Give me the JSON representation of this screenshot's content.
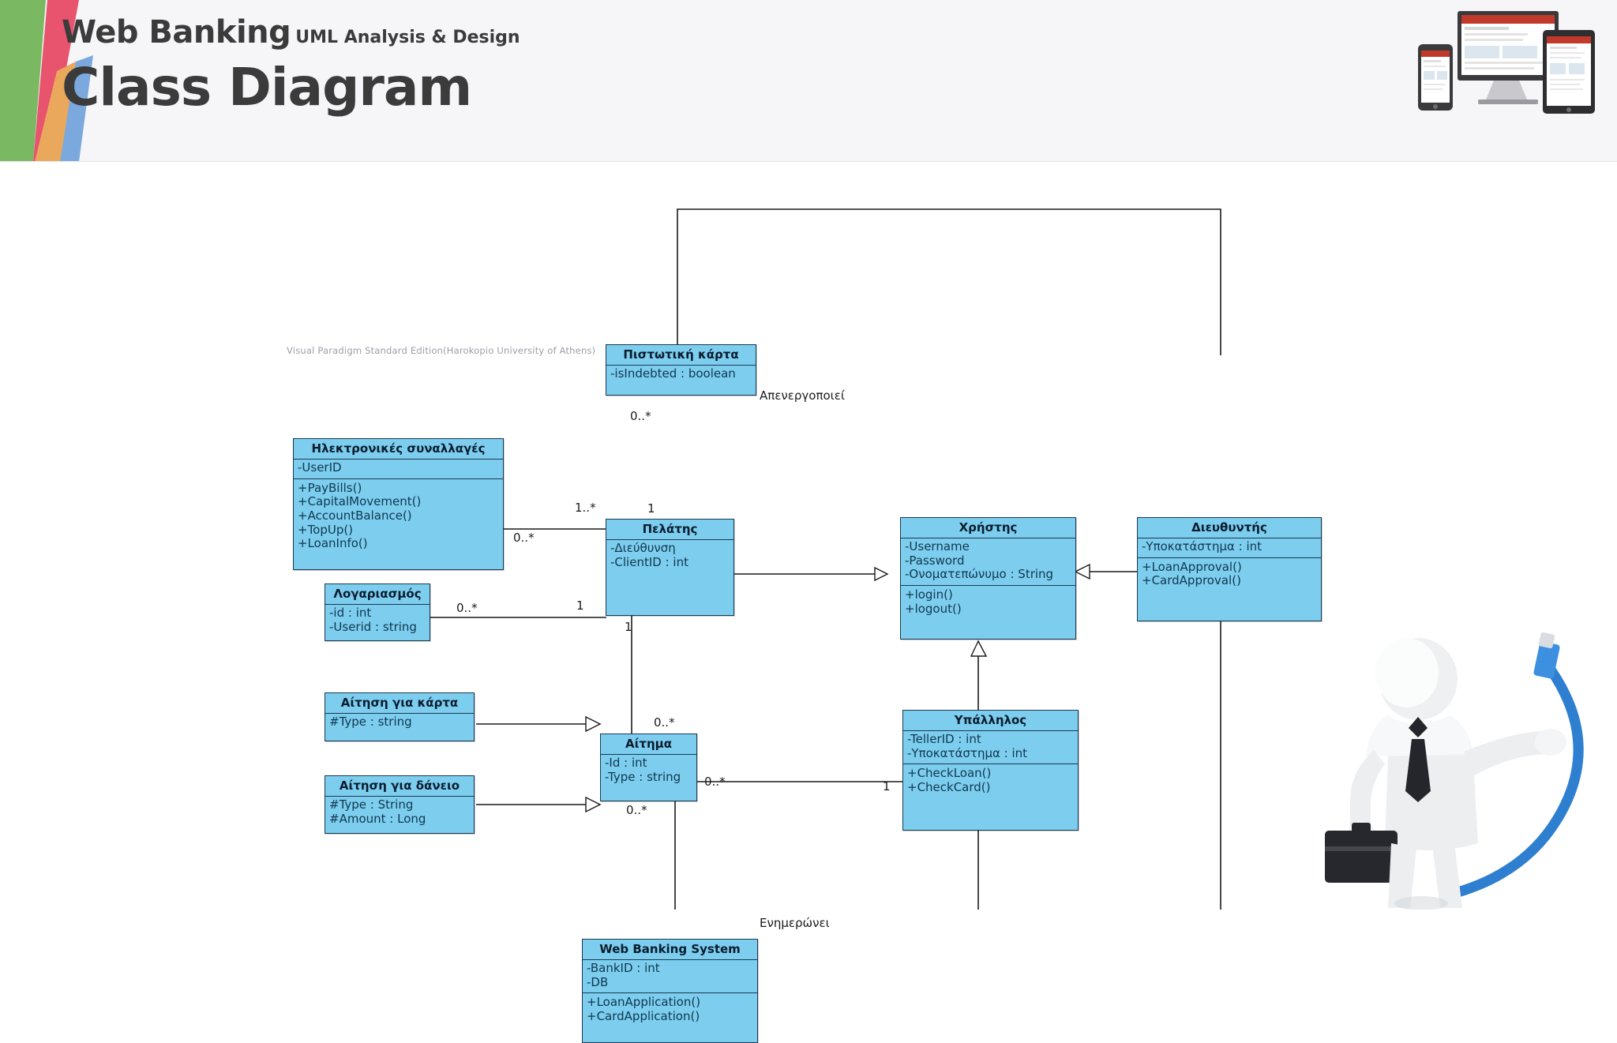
{
  "header": {
    "brand": "Web Banking",
    "subtitle": "UML Analysis & Design",
    "title": "Class Diagram",
    "ribbon_colors": [
      "#7ab862",
      "#e8536e",
      "#eaa85c",
      "#7ba9de"
    ],
    "devices_icon": "devices-illustration"
  },
  "diagram": {
    "watermark": "Visual Paradigm Standard Edition(Harokopio University of Athens)",
    "box_fill": "#7ccdee",
    "box_border": "#1a3a52",
    "classes": [
      {
        "id": "credit-card",
        "name": "Πιστωτική κάρτα",
        "attributes": [
          "-isIndebted : boolean"
        ],
        "operations": []
      },
      {
        "id": "electronic-transactions",
        "name": "Ηλεκτρονικές συναλλαγές",
        "attributes": [
          "-UserID"
        ],
        "operations": [
          "+PayBills()",
          "+CapitalMovement()",
          "+AccountBalance()",
          "+TopUp()",
          "+LoanInfo()"
        ]
      },
      {
        "id": "account",
        "name": "Λογαριασμός",
        "attributes": [
          "-id : int",
          "-Userid : string"
        ],
        "operations": []
      },
      {
        "id": "customer",
        "name": "Πελάτης",
        "attributes": [
          "-Διεύθυνση",
          "-ClientID : int"
        ],
        "operations": []
      },
      {
        "id": "user",
        "name": "Χρήστης",
        "attributes": [
          "-Username",
          "-Password",
          "-Ονοματεπώνυμο : String"
        ],
        "operations": [
          "+login()",
          "+logout()"
        ]
      },
      {
        "id": "manager",
        "name": "Διευθυντής",
        "attributes": [
          "-Υποκατάστημα : int"
        ],
        "operations": [
          "+LoanApproval()",
          "+CardApproval()"
        ]
      },
      {
        "id": "card-application",
        "name": "Αίτηση για κάρτα",
        "attributes": [
          "#Type : string"
        ],
        "operations": []
      },
      {
        "id": "loan-application",
        "name": "Αίτηση για δάνειο",
        "attributes": [
          "#Type : String",
          "#Amount : Long"
        ],
        "operations": []
      },
      {
        "id": "request",
        "name": "Αίτημα",
        "attributes": [
          "-Id : int",
          "-Type : string"
        ],
        "operations": []
      },
      {
        "id": "teller",
        "name": "Υπάλληλος",
        "attributes": [
          "-TellerID : int",
          "-Υποκατάστημα : int"
        ],
        "operations": [
          "+CheckLoan()",
          "+CheckCard()"
        ]
      },
      {
        "id": "web-banking-system",
        "name": "Web Banking System",
        "attributes": [
          "-BankID : int",
          "-DB"
        ],
        "operations": [
          "+LoanApplication()",
          "+CardApplication()"
        ]
      }
    ],
    "edge_labels": [
      {
        "id": "deactivates",
        "text": "Απενεργοποιεί"
      },
      {
        "id": "updates",
        "text": "Ενημερώνει"
      }
    ],
    "multiplicities": [
      {
        "id": "card-to-customer-near-card",
        "text": "0..*"
      },
      {
        "id": "card-to-customer-near-customer",
        "text": "1"
      },
      {
        "id": "etrans-to-customer-upper",
        "text": "1..*"
      },
      {
        "id": "etrans-to-customer-lower",
        "text": "0..*"
      },
      {
        "id": "account-to-customer-near-account",
        "text": "0..*"
      },
      {
        "id": "account-to-customer-near-customer",
        "text": "1"
      },
      {
        "id": "customer-to-request-near-customer",
        "text": "1"
      },
      {
        "id": "customer-to-request-near-request",
        "text": "0..*"
      },
      {
        "id": "request-to-teller-near-request",
        "text": "0..*"
      },
      {
        "id": "request-to-teller-near-teller",
        "text": "1"
      },
      {
        "id": "request-to-system",
        "text": "0..*"
      }
    ]
  }
}
